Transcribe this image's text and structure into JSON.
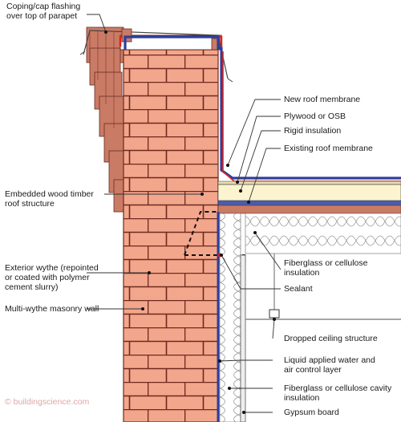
{
  "labels": {
    "coping": "Coping/cap flashing\nover top of parapet",
    "new_membrane": "New roof membrane",
    "plywood": "Plywood or OSB",
    "rigid": "Rigid insulation",
    "existing_membrane": "Existing roof membrane",
    "embedded_wood": "Embedded wood timber\nroof structure",
    "fiberglass_top": "Fiberglass or cellulose\ninsulation",
    "exterior_wythe": "Exterior wythe (repointed\nor coated with polymer\ncement slurry)",
    "sealant": "Sealant",
    "multi_wythe": "Multi-wythe masonry wall",
    "dropped_ceiling": "Dropped ceiling structure",
    "liquid_applied": "Liquid applied water and\nair control layer",
    "fiberglass_cavity": "Fiberglass or cellulose cavity\ninsulation",
    "gypsum": "Gypsum board"
  },
  "watermark": "© buildingscience.com",
  "colors": {
    "brick": "#f2a68c",
    "mortar": "#6e2a1e",
    "wood": "#c97b65",
    "membrane_blue": "#2c3f9c",
    "red_layer": "#e0211b",
    "rigid_insulation": "#fbf4cf",
    "plywood": "#eadcb0",
    "leader": "#333333"
  }
}
